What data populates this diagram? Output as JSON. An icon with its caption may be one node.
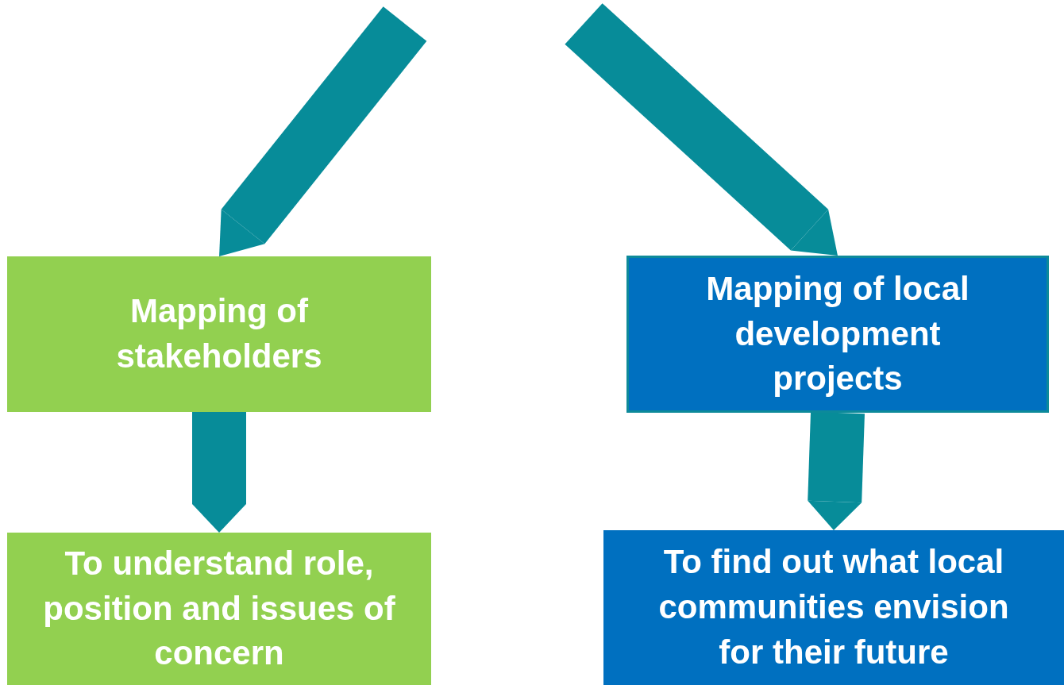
{
  "diagram": {
    "nodes": [
      {
        "text": [
          "Mapping of stakeholders"
        ]
      },
      {
        "text": [
          "Mapping of local development projects"
        ]
      },
      {
        "text": [
          "To understand role, position and issues of concern"
        ]
      },
      {
        "text": [
          "To find out what local communities envision for their future"
        ]
      }
    ],
    "edges": [
      {
        "from": null,
        "to": 0,
        "arrow": "to"
      },
      {
        "from": null,
        "to": 1,
        "arrow": "to"
      },
      {
        "from": 0,
        "to": 2,
        "arrow": "to"
      },
      {
        "from": 1,
        "to": 3,
        "arrow": "to"
      }
    ]
  }
}
